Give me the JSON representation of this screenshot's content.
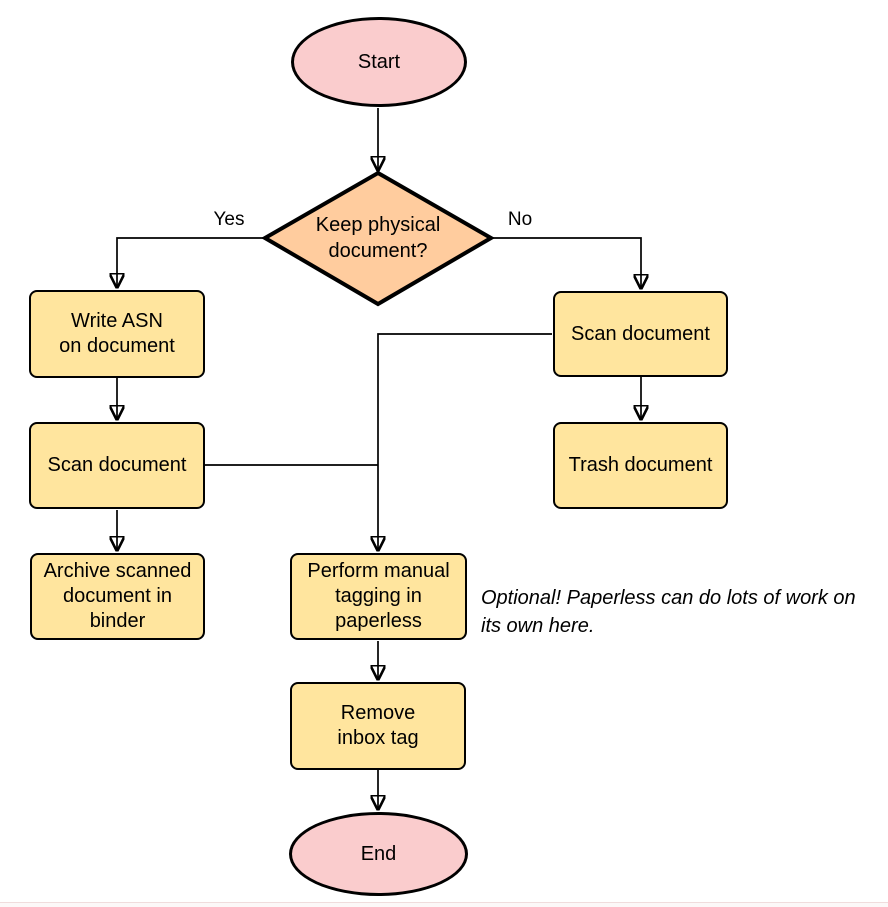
{
  "diagram": {
    "type": "flowchart",
    "nodes": {
      "start": {
        "label": "Start",
        "shape": "terminator"
      },
      "decision": {
        "label": "Keep physical\ndocument?",
        "shape": "decision"
      },
      "write_asn": {
        "label": "Write ASN\non document",
        "shape": "process"
      },
      "scan_left": {
        "label": "Scan document",
        "shape": "process"
      },
      "archive": {
        "label": "Archive scanned\ndocument in\nbinder",
        "shape": "process"
      },
      "scan_right": {
        "label": "Scan document",
        "shape": "process"
      },
      "trash": {
        "label": "Trash document",
        "shape": "process"
      },
      "tagging": {
        "label": "Perform manual\ntagging in\npaperless",
        "shape": "process"
      },
      "remove_inbox": {
        "label": "Remove\ninbox tag",
        "shape": "process"
      },
      "end": {
        "label": "End",
        "shape": "terminator"
      }
    },
    "edges": [
      {
        "from": "start",
        "to": "decision",
        "label": ""
      },
      {
        "from": "decision",
        "to": "write_asn",
        "label": "Yes"
      },
      {
        "from": "decision",
        "to": "scan_right",
        "label": "No"
      },
      {
        "from": "write_asn",
        "to": "scan_left",
        "label": ""
      },
      {
        "from": "scan_left",
        "to": "archive",
        "label": ""
      },
      {
        "from": "scan_left",
        "to": "tagging",
        "label": ""
      },
      {
        "from": "scan_right",
        "to": "trash",
        "label": ""
      },
      {
        "from": "scan_right",
        "to": "tagging",
        "label": ""
      },
      {
        "from": "tagging",
        "to": "remove_inbox",
        "label": ""
      },
      {
        "from": "remove_inbox",
        "to": "end",
        "label": ""
      }
    ],
    "annotation": "Optional! Paperless can do lots of work on\nits own here.",
    "colors": {
      "terminal_fill": "#facccd",
      "decision_fill": "#ffcc9e",
      "process_fill": "#ffe59e",
      "stroke": "#000000"
    }
  }
}
